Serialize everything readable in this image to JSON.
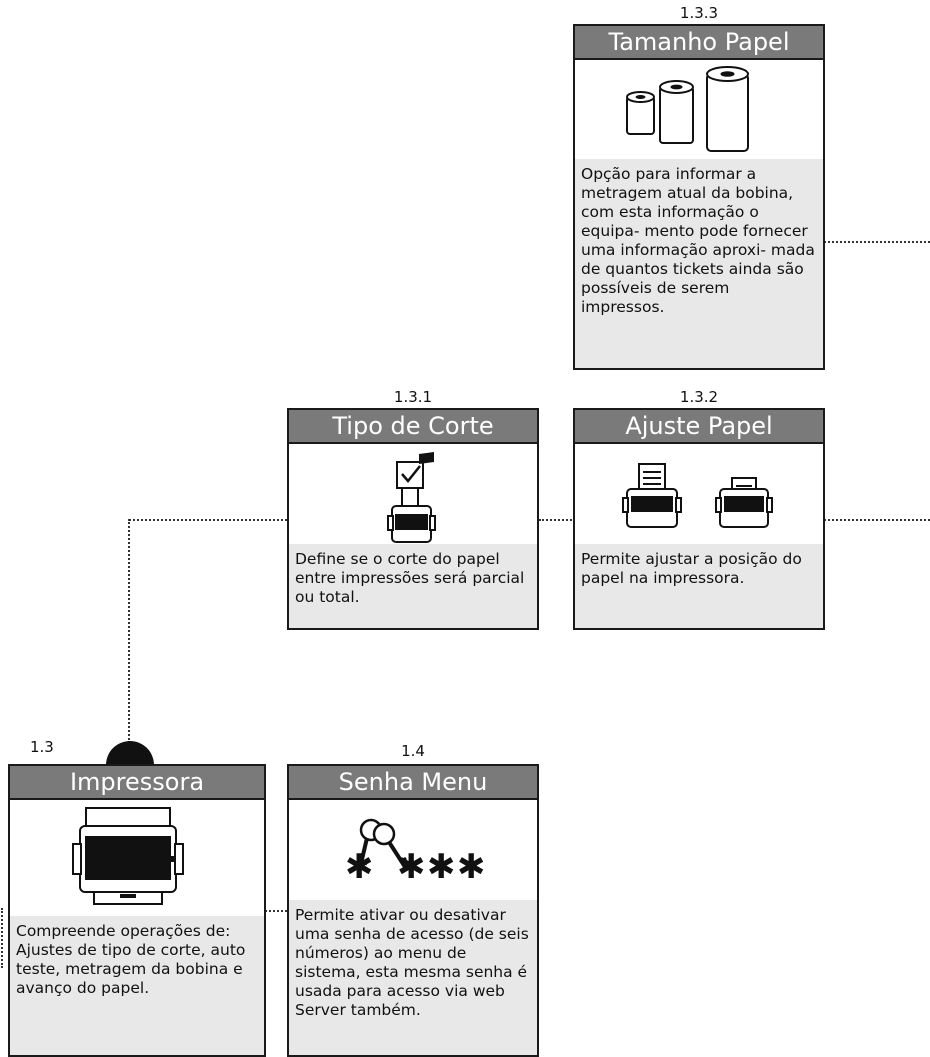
{
  "nodes": {
    "n133": {
      "number": "1.3.3",
      "title": "Tamanho Papel",
      "description": "Opção para informar a metragem atual da bobina, com esta informação o equipa- mento pode fornecer uma informação aproxi- mada de quantos tickets ainda são possíveis de serem impressos.",
      "icon": "paper-rolls-icon"
    },
    "n131": {
      "number": "1.3.1",
      "title": "Tipo de Corte",
      "description": "Define se o corte do papel entre impressões será parcial ou total.",
      "icon": "paper-cut-icon"
    },
    "n132": {
      "number": "1.3.2",
      "title": "Ajuste Papel",
      "description": "Permite ajustar a posição do papel na impressora.",
      "icon": "paper-adjust-icon"
    },
    "n13": {
      "number": "1.3",
      "title": "Impressora",
      "description": "Compreende operações de: Ajustes de tipo de corte, auto teste, metragem da bobina e avanço do papel.",
      "icon": "printer-icon"
    },
    "n14": {
      "number": "1.4",
      "title": "Senha Menu",
      "description": "Permite ativar ou desativar uma senha de acesso (de seis números) ao menu de sistema, esta mesma senha é usada para acesso via web Server também.",
      "icon": "keys-password-icon"
    }
  },
  "colors": {
    "title_bar": "#7a7a7a",
    "description_bg": "#e8e8e8",
    "border": "#1a1a1a"
  }
}
